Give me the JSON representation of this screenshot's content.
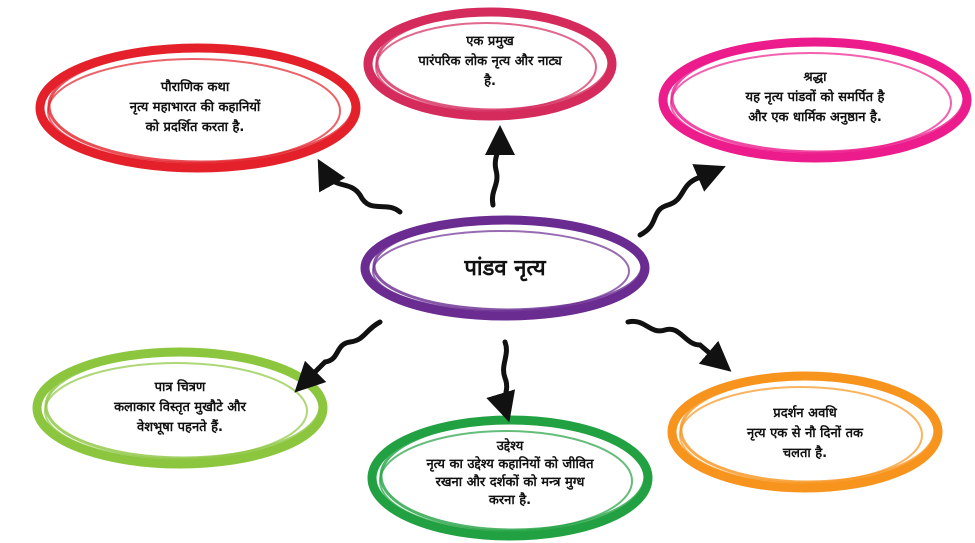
{
  "center": {
    "title": "पांडव नृत्य",
    "color": "#6a2c91"
  },
  "nodes": [
    {
      "id": "top",
      "color": "#d42a5c",
      "lines": [
        "एक प्रमुख",
        "पारंपरिक लोक नृत्य और नाट्य",
        "है."
      ]
    },
    {
      "id": "top-left",
      "color": "#e4202a",
      "lines": [
        "पौराणिक कथा",
        "नृत्य महाभारत की कहानियों",
        "को प्रदर्शित करता है."
      ]
    },
    {
      "id": "top-right",
      "color": "#ec1c8c",
      "lines": [
        "श्रद्धा",
        "यह नृत्य पांडवों को समर्पित है",
        "और एक धार्मिक अनुष्ठान है."
      ]
    },
    {
      "id": "bottom-left",
      "color": "#8cc63f",
      "lines": [
        "पात्र चित्रण",
        "कलाकार विस्तृत मुखौटे और",
        "वेशभूषा पहनते हैं."
      ]
    },
    {
      "id": "bottom-center",
      "color": "#22a142",
      "lines": [
        "उद्देश्य",
        "नृत्य का उद्देश्य कहानियों को जीवित",
        "रखना और दर्शकों को मन्त्र मुग्ध",
        "करना है."
      ]
    },
    {
      "id": "bottom-right",
      "color": "#f7941d",
      "lines": [
        "प्रदर्शन अवधि",
        "नृत्य एक से नौ दिनों तक",
        "चलता है."
      ]
    }
  ]
}
